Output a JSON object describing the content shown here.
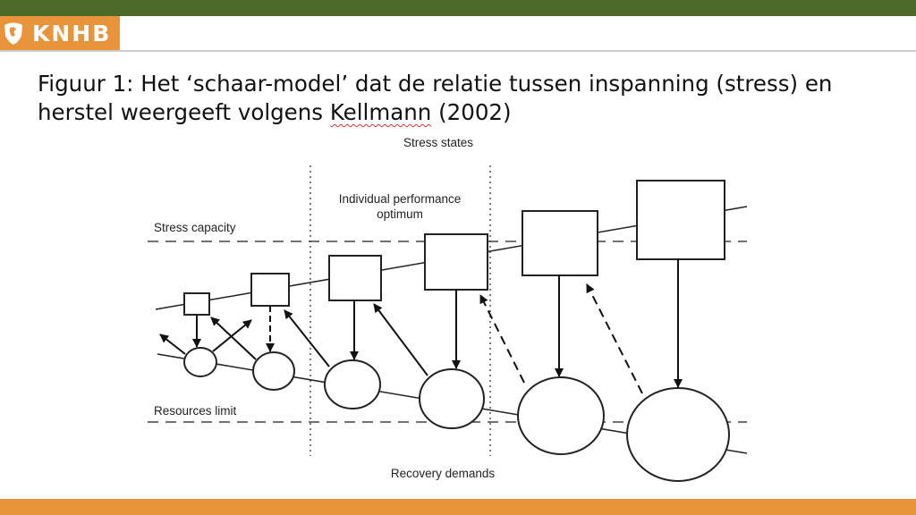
{
  "header": {
    "logo_text": "KNHB",
    "brand_green": "#4e6a2b",
    "brand_orange": "#e8943a"
  },
  "title": {
    "prefix": "Figuur 1: Het ‘schaar-model’ dat de relatie tussen inspanning (stress) en herstel weergeeft volgens ",
    "reference": "Kellmann",
    "suffix": " (2002)"
  },
  "diagram": {
    "stress_states": "Stress states",
    "stress_capacity": "Stress capacity",
    "performance_optimum_line1": "Individual performance",
    "performance_optimum_line2": "optimum",
    "resources_limit": "Resources limit",
    "recovery_demands": "Recovery demands"
  }
}
